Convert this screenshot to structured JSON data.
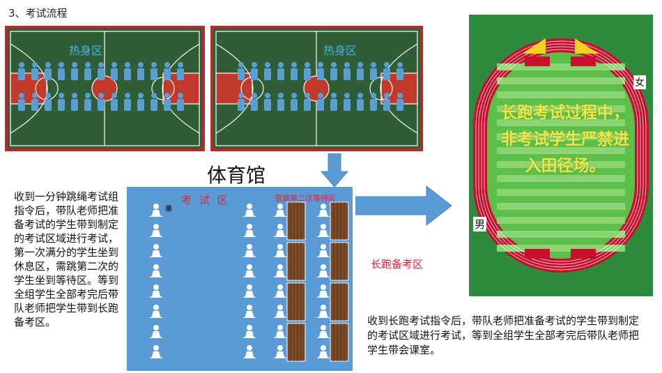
{
  "heading": "3、考试流程",
  "warmup_label_left": "热身区",
  "warmup_label_right": "热身区",
  "gym_label": "体育馆",
  "exam_area": {
    "title": "考 试 区",
    "wait_title": "需跳第二次等待区",
    "circle_number": "⑧"
  },
  "left_text": "收到一分钟跳绳考试组指令后，带队老师把准备考试的学生带到制定的考试区域进行考试，第一次满分的学生坐到休息区，需跳第二次的学生坐到等待区。等到全组学生全部考完后带队老师把学生带到长跑备考区。",
  "run_prep_label": "长跑备考区",
  "bottom_text": "收到长跑考试指令后，带队老师把准备考试的学生带到制定的考试区域进行考试，等到全组学生全部考完后带队老师把学生带会课室。",
  "track": {
    "notice": "长跑考试过程中，非考试学生严禁进入田径场。",
    "female": "女",
    "male": "男"
  },
  "colors": {
    "court_green": "#2f5d36",
    "court_red": "#b22c2c",
    "exam_blue": "#5b9bd5",
    "arrow_blue": "#5b9bd5",
    "track_red": "#c8102e",
    "field_green": "#5cbf4a",
    "accent_red": "#e0203a"
  }
}
